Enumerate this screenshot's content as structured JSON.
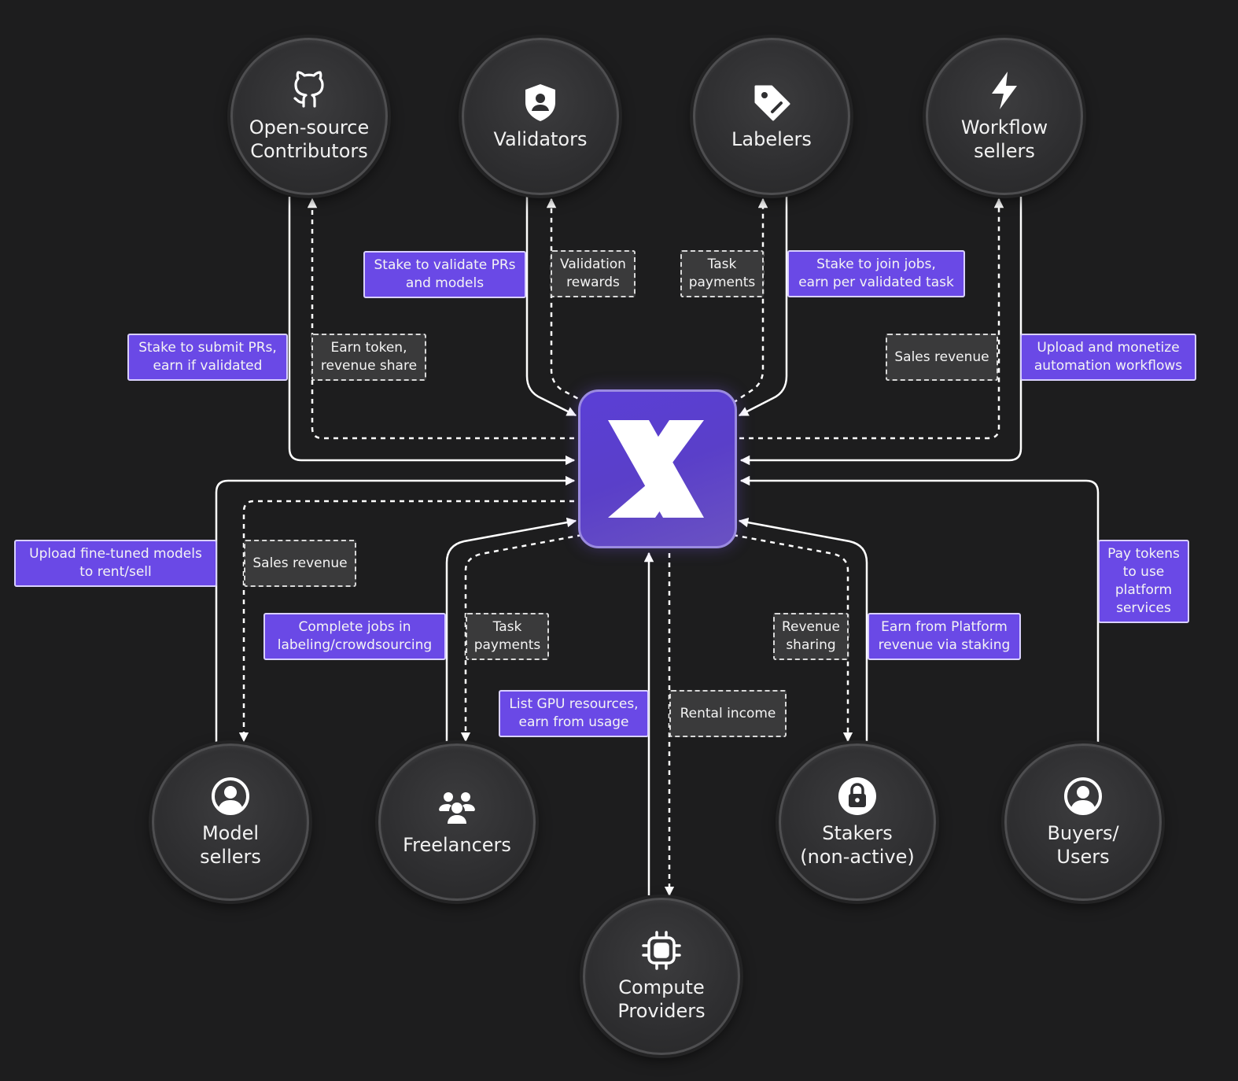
{
  "nodes": {
    "open_source": "Open-source\nContributors",
    "validators": "Validators",
    "labelers": "Labelers",
    "workflow": "Workflow\nsellers",
    "model_sellers": "Model\nsellers",
    "freelancers": "Freelancers",
    "compute": "Compute\nProviders",
    "stakers": "Stakers\n(non-active)",
    "buyers": "Buyers/\nUsers"
  },
  "solid_labels": {
    "stake_submit": "Stake to submit PRs,\nearn if validated",
    "stake_validate": "Stake to validate PRs\nand models",
    "stake_join": "Stake to join jobs,\nearn per validated task",
    "upload_workflows": "Upload and monetize\nautomation workflows",
    "upload_models": "Upload fine-tuned models\nto rent/sell",
    "complete_jobs": "Complete jobs in\nlabeling/crowdsourcing",
    "list_gpu": "List GPU resources,\nearn from usage",
    "earn_platform": "Earn from Platform\nrevenue via staking",
    "pay_tokens": "Pay tokens\nto use\nplatform\nservices"
  },
  "dashed_labels": {
    "earn_token": "Earn token,\nrevenue share",
    "validation_rewards": "Validation\nrewards",
    "task_payments_top": "Task\npayments",
    "sales_revenue_top": "Sales revenue",
    "sales_revenue_bottom": "Sales revenue",
    "task_payments_bottom": "Task\npayments",
    "rental_income": "Rental income",
    "revenue_sharing": "Revenue\nsharing"
  },
  "colors": {
    "background": "#1d1d1e",
    "accent": "#6a49e6",
    "hub": "#5b3fd6",
    "arrow": "#ffffff"
  },
  "icons": {
    "open_source": "github-icon",
    "validators": "shield-user-icon",
    "labelers": "tag-icon",
    "workflow": "lightning-icon",
    "model_sellers": "user-circle-icon",
    "freelancers": "group-icon",
    "compute": "chip-icon",
    "stakers": "lock-icon",
    "buyers": "user-circle-icon",
    "hub": "x-logo-icon"
  }
}
